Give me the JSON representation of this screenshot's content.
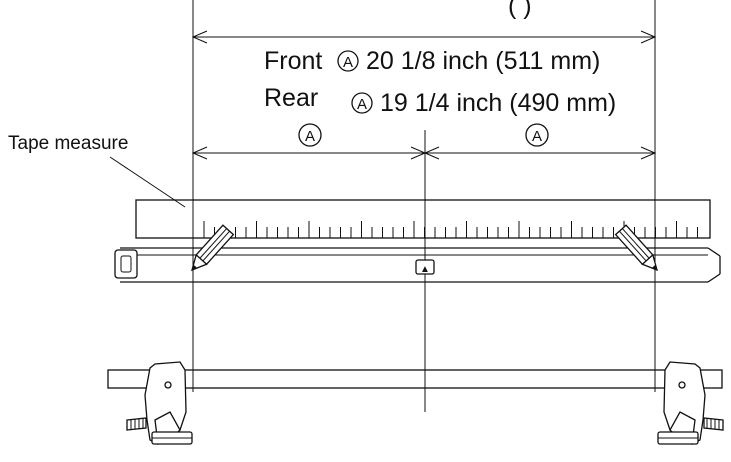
{
  "labels": {
    "top_partial": "(           )",
    "front_label": "Front",
    "front_measure": "20 1/8 inch (511 mm)",
    "rear_label": "Rear",
    "rear_measure": "19 1/4 inch (490 mm)",
    "circled_a": "A",
    "tape_measure": "Tape measure",
    "center_mark": "▲"
  },
  "icons": [
    "pencil-icon",
    "foot-bracket-icon",
    "center-mark-icon",
    "circled-a-icon"
  ]
}
